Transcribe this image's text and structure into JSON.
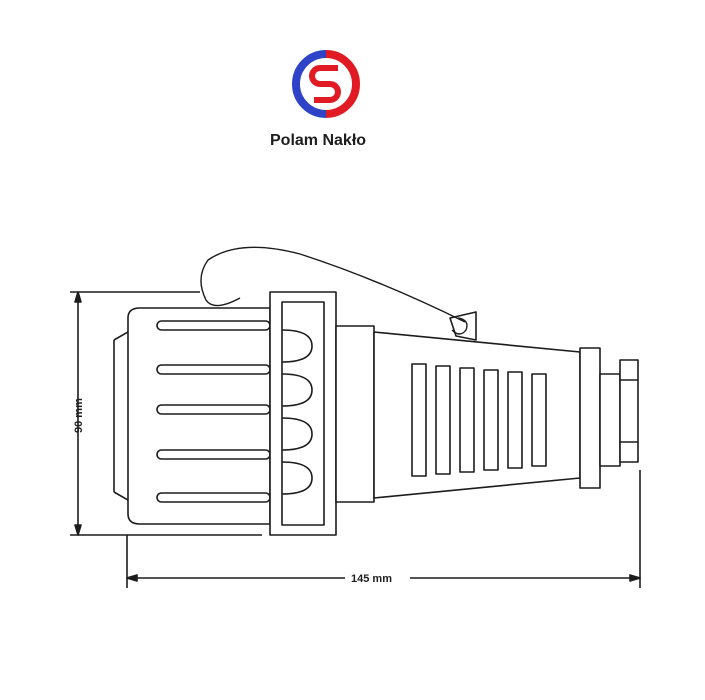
{
  "brand": {
    "name": "Polam Nakło",
    "logo_colors": {
      "blue": "#2f43c9",
      "red": "#e01b24"
    }
  },
  "dimensions": {
    "height_label": "90 mm",
    "length_label": "145 mm"
  },
  "drawing_colors": {
    "stroke": "#1c1c1c",
    "fill": "#ffffff"
  }
}
